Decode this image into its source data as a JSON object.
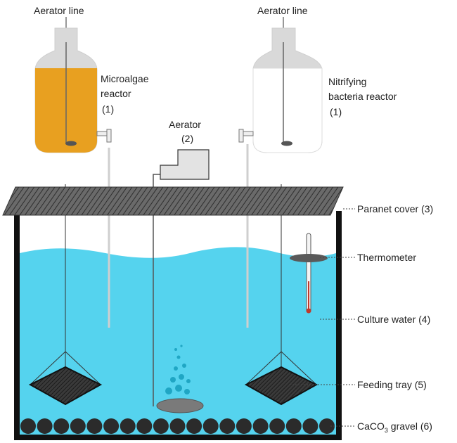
{
  "labels": {
    "aerator_line_left": "Aerator line",
    "aerator_line_right": "Aerator line",
    "microalgae_line1": "Microalgae",
    "microalgae_line2": "reactor",
    "microalgae_line3": "(1)",
    "nitrifying_line1": "Nitrifying",
    "nitrifying_line2": "bacteria reactor",
    "nitrifying_line3": "(1)",
    "aerator_line1": "Aerator",
    "aerator_line2": "(2)"
  },
  "callouts": {
    "paranet_cover": "Paranet cover (3)",
    "thermometer": "Thermometer",
    "culture_water": "Culture water (4)",
    "feeding_tray": "Feeding tray (5)",
    "gravel_prefix": "CaCO",
    "gravel_sub": "3",
    "gravel_suffix": " gravel (6)"
  },
  "colors": {
    "water": "#55d3ee",
    "algae": "#e8a020",
    "bottle": "#d9d9d9",
    "tank_wall": "#111111",
    "gravel": "#2b2b2b",
    "cover": "#555555"
  },
  "gravel_count": 19
}
